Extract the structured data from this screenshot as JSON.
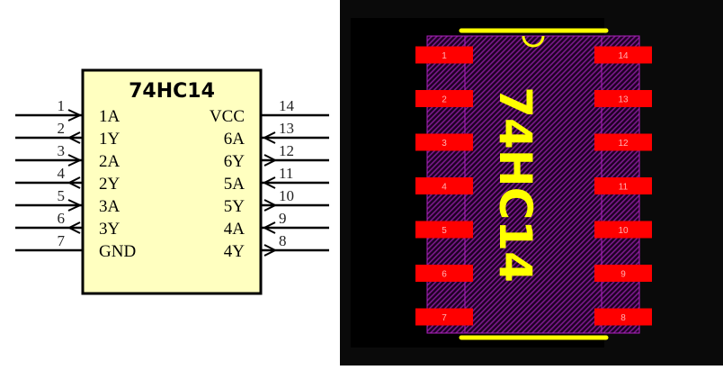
{
  "schematic": {
    "part_name": "74HC14",
    "body_fill": "#ffffc0",
    "left_pins": [
      {
        "number": "1",
        "label": "1A",
        "dir": "in"
      },
      {
        "number": "2",
        "label": "1Y",
        "dir": "out"
      },
      {
        "number": "3",
        "label": "2A",
        "dir": "in"
      },
      {
        "number": "4",
        "label": "2Y",
        "dir": "out"
      },
      {
        "number": "5",
        "label": "3A",
        "dir": "in"
      },
      {
        "number": "6",
        "label": "3Y",
        "dir": "out"
      },
      {
        "number": "7",
        "label": "GND",
        "dir": "power"
      }
    ],
    "right_pins": [
      {
        "number": "14",
        "label": "VCC",
        "dir": "power"
      },
      {
        "number": "13",
        "label": "6A",
        "dir": "in"
      },
      {
        "number": "12",
        "label": "6Y",
        "dir": "out"
      },
      {
        "number": "11",
        "label": "5A",
        "dir": "in"
      },
      {
        "number": "10",
        "label": "5Y",
        "dir": "out"
      },
      {
        "number": "9",
        "label": "4A",
        "dir": "in"
      },
      {
        "number": "8",
        "label": "4Y",
        "dir": "out"
      }
    ]
  },
  "pcb": {
    "silkscreen_text": "74HC14",
    "colors": {
      "background": "#0a0a0a",
      "pad": "#ff0000",
      "pad_text": "#ffb0b0",
      "silkscreen": "#ffff00",
      "courtyard": "#a020a0"
    },
    "left_pads": [
      "1",
      "2",
      "3",
      "4",
      "5",
      "6",
      "7"
    ],
    "right_pads": [
      "14",
      "13",
      "12",
      "11",
      "10",
      "9",
      "8"
    ]
  }
}
